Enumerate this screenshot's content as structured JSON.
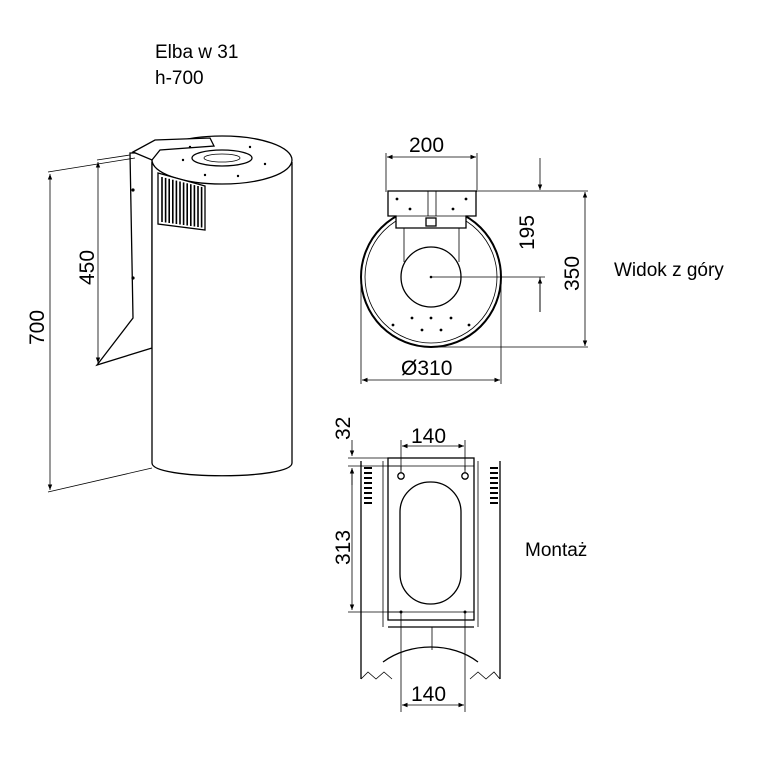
{
  "header": {
    "model": "Elba w 31",
    "height_code": "h-700"
  },
  "side_view": {
    "dim_total_height": "700",
    "dim_bracket_height": "450"
  },
  "top_view": {
    "label": "Widok z góry",
    "dim_bracket_width": "200",
    "dim_depth_to_center": "195",
    "dim_total_depth": "350",
    "dim_diameter": "Ø310"
  },
  "mounting_view": {
    "label": "Montaż",
    "dim_offset_top": "32",
    "dim_hole_spacing_top": "140",
    "dim_hole_spacing_vertical": "313",
    "dim_hole_spacing_bottom": "140"
  }
}
